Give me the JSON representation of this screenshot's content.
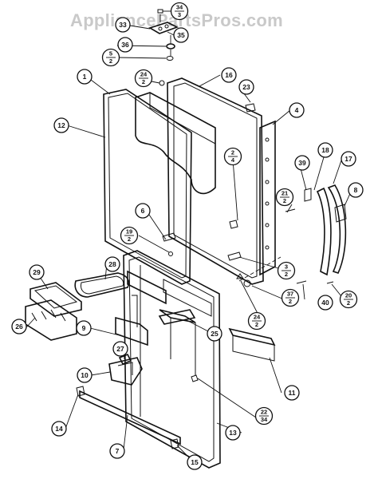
{
  "watermark": "AppliancePartsPros.com",
  "callouts": [
    {
      "id": "c34",
      "top": "34",
      "bottom": "3"
    },
    {
      "id": "c33",
      "label": "33"
    },
    {
      "id": "c35",
      "label": "35"
    },
    {
      "id": "c36",
      "label": "36"
    },
    {
      "id": "c5",
      "top": "5",
      "bottom": "2"
    },
    {
      "id": "c1",
      "label": "1"
    },
    {
      "id": "c24a",
      "top": "24",
      "bottom": "2"
    },
    {
      "id": "c16",
      "label": "16"
    },
    {
      "id": "c23",
      "label": "23"
    },
    {
      "id": "c4",
      "label": "4"
    },
    {
      "id": "c12",
      "label": "12"
    },
    {
      "id": "c2",
      "top": "2",
      "bottom": "4"
    },
    {
      "id": "c18",
      "label": "18"
    },
    {
      "id": "c39",
      "label": "39"
    },
    {
      "id": "c17",
      "label": "17"
    },
    {
      "id": "c8",
      "label": "8"
    },
    {
      "id": "c21",
      "top": "21",
      "bottom": "2"
    },
    {
      "id": "c6",
      "label": "6"
    },
    {
      "id": "c19",
      "top": "19",
      "bottom": "2"
    },
    {
      "id": "c3",
      "top": "3",
      "bottom": "2"
    },
    {
      "id": "c28",
      "label": "28"
    },
    {
      "id": "c29",
      "label": "29"
    },
    {
      "id": "c37",
      "top": "37",
      "bottom": "2"
    },
    {
      "id": "c40",
      "label": "40"
    },
    {
      "id": "c20",
      "top": "20",
      "bottom": "2"
    },
    {
      "id": "c24b",
      "top": "24",
      "bottom": "2"
    },
    {
      "id": "c26",
      "label": "26"
    },
    {
      "id": "c9",
      "label": "9"
    },
    {
      "id": "c25",
      "label": "25"
    },
    {
      "id": "c27",
      "label": "27"
    },
    {
      "id": "c10",
      "label": "10"
    },
    {
      "id": "c11",
      "label": "11"
    },
    {
      "id": "c22",
      "top": "22",
      "bottom": "34"
    },
    {
      "id": "c14",
      "label": "14"
    },
    {
      "id": "c13",
      "label": "13"
    },
    {
      "id": "c7",
      "label": "7"
    },
    {
      "id": "c15",
      "label": "15"
    }
  ]
}
